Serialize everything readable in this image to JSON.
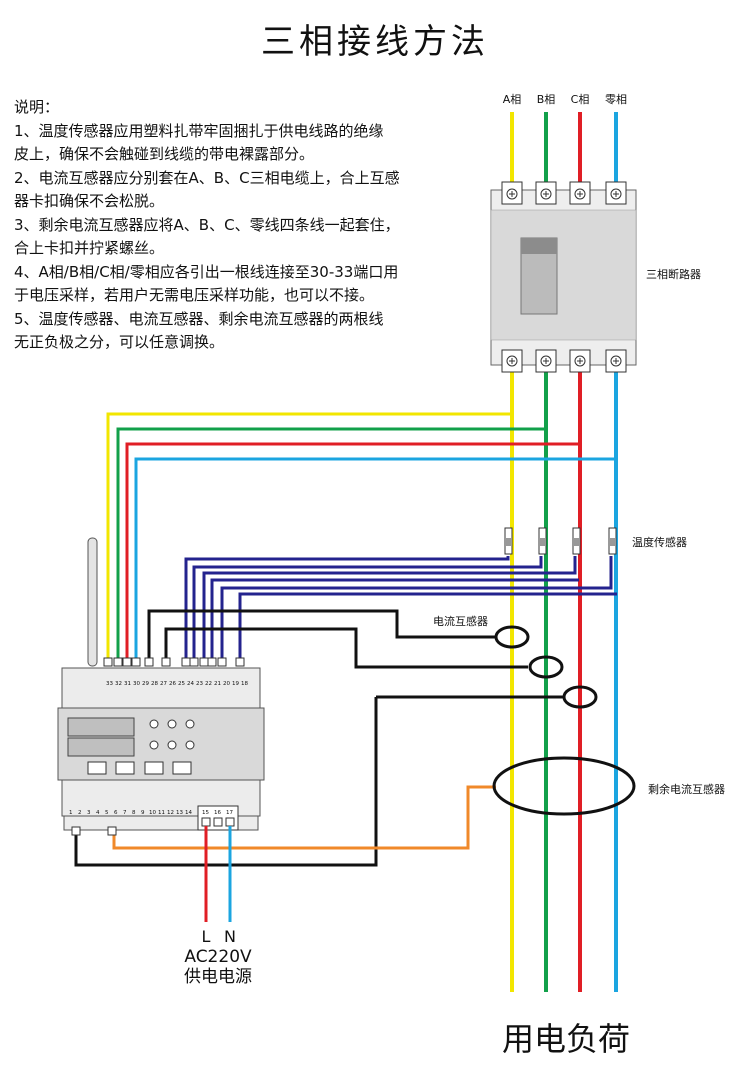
{
  "title": "三相接线方法",
  "notes": {
    "heading": "说明：",
    "lines": [
      "1、温度传感器应用塑料扎带牢固捆扎于供电线路的绝缘",
      "皮上，确保不会触碰到线缆的带电裸露部分。",
      "2、电流互感器应分别套在A、B、C三相电缆上，合上互感",
      "器卡扣确保不会松脱。",
      "3、剩余电流互感器应将A、B、C、零线四条线一起套住，",
      "合上卡扣并拧紧螺丝。",
      "4、A相/B相/C相/零相应各引出一根线连接至30-33端口用",
      "于电压采样，若用户无需电压采样功能，也可以不接。",
      "5、温度传感器、电流互感器、剩余电流互感器的两根线",
      "无正负极之分，可以任意调换。"
    ]
  },
  "phases": [
    "A相",
    "B相",
    "C相",
    "零相"
  ],
  "labels": {
    "breaker": "三相断路器",
    "temp_sensor": "温度传感器",
    "current_ct": "电流互感器",
    "residual_ct": "剩余电流互感器",
    "power_l": "L",
    "power_n": "N",
    "power_voltage": "AC220V",
    "power_source": "供电电源",
    "load": "用电负荷"
  },
  "terminals_top": [
    "33",
    "32",
    "31",
    "30",
    "29",
    "28",
    "27",
    "26",
    "25",
    "24",
    "23",
    "22",
    "21",
    "20",
    "19",
    "18"
  ],
  "terminals_bottom": [
    "1",
    "2",
    "3",
    "4",
    "5",
    "6",
    "7",
    "8",
    "9",
    "10",
    "11",
    "12",
    "13",
    "14"
  ],
  "terminals_power": [
    "15",
    "16",
    "17"
  ],
  "colors": {
    "phase_a": "#f2e600",
    "phase_b": "#12a04a",
    "phase_c": "#e01e25",
    "neutral": "#1ba5e0",
    "signal": "#24238e",
    "ct_wire": "#111111",
    "residual_wire": "#f0892a"
  }
}
